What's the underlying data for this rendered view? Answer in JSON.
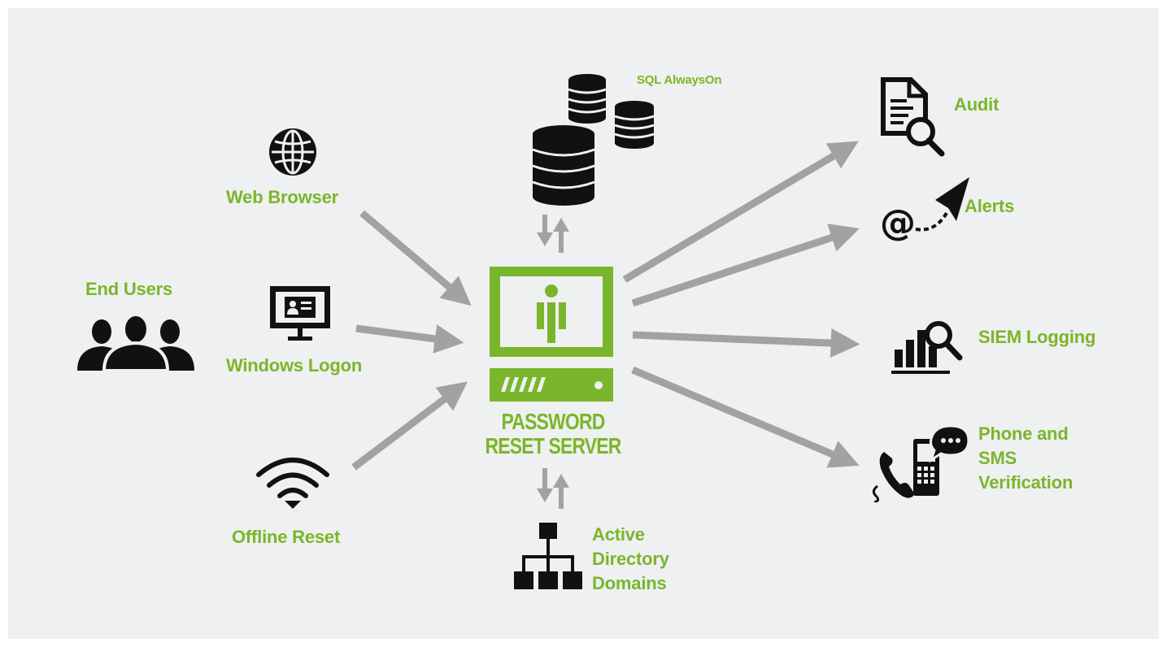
{
  "colors": {
    "accent_green": "#7ab62b",
    "arrow_gray": "#a2a2a2",
    "icon_black": "#111111",
    "background": "#eff0f1"
  },
  "center": {
    "title_line1": "PASSWORD",
    "title_line2": "RESET SERVER",
    "icon": "password-reset-server-icon"
  },
  "inputs": {
    "end_users": {
      "label": "End Users",
      "icon": "users-group-icon"
    },
    "web_browser": {
      "label": "Web Browser",
      "icon": "globe-icon"
    },
    "windows_logon": {
      "label": "Windows Logon",
      "icon": "monitor-id-card-icon"
    },
    "offline_reset": {
      "label": "Offline Reset",
      "icon": "wifi-icon"
    }
  },
  "backends": {
    "sql": {
      "label": "SQL AlwaysOn",
      "icon": "database-icon"
    },
    "active_directory": {
      "label": "Active\nDirectory\nDomains",
      "icon": "org-chart-icon"
    }
  },
  "outputs": {
    "audit": {
      "label": "Audit",
      "icon": "document-search-icon"
    },
    "alerts": {
      "label": "Alerts",
      "icon": "email-send-icon"
    },
    "siem": {
      "label": "SIEM Logging",
      "icon": "bar-chart-search-icon"
    },
    "phone": {
      "label": "Phone and\nSMS\nVerification",
      "icon": "phone-sms-icon"
    }
  }
}
